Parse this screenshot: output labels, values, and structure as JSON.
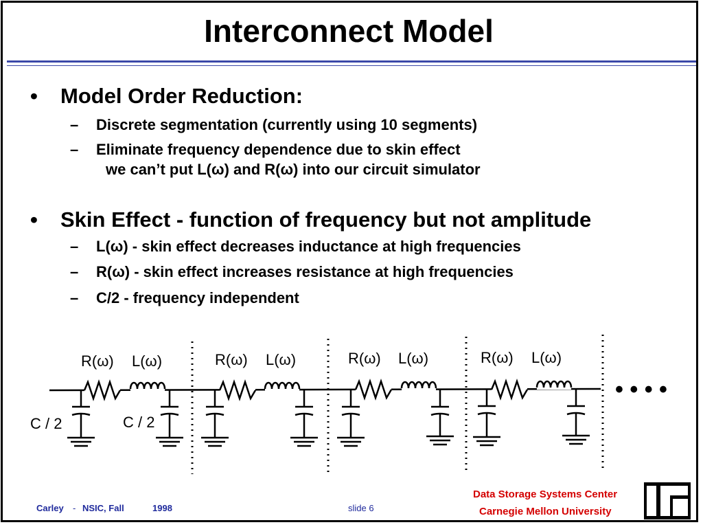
{
  "title": "Interconnect Model",
  "bullets": [
    {
      "text": "Model Order Reduction:",
      "subs": [
        "Discrete segmentation  (currently using 10 segments)",
        "Eliminate frequency dependence due to skin effect",
        "we can’t put L(ω) and R(ω)  into our circuit simulator"
      ]
    },
    {
      "text": "Skin Effect - function of frequency but not amplitude",
      "subs": [
        "L(ω)  -  skin effect decreases inductance at high frequencies",
        "R(ω)  -  skin effect increases resistance at high frequencies",
        "C/2    -  frequency independent"
      ]
    }
  ],
  "bullet_glyph": "•",
  "dash_glyph": "–",
  "circuit": {
    "resistor_label": "R(ω)",
    "inductor_label": "L(ω)",
    "cap_label": "C / 2",
    "ellipsis": "• • • •"
  },
  "footer": {
    "author": "Carley",
    "sep": "-",
    "venue": "NSIC,  Fall",
    "year": "1998",
    "slide": "slide  6",
    "org_line1": "Data Storage Systems Center",
    "org_line2": "Carnegie Mellon University"
  },
  "colors": {
    "rule": "#3b48a8",
    "footer_text": "#1f2a9c",
    "org_text": "#d40000"
  }
}
